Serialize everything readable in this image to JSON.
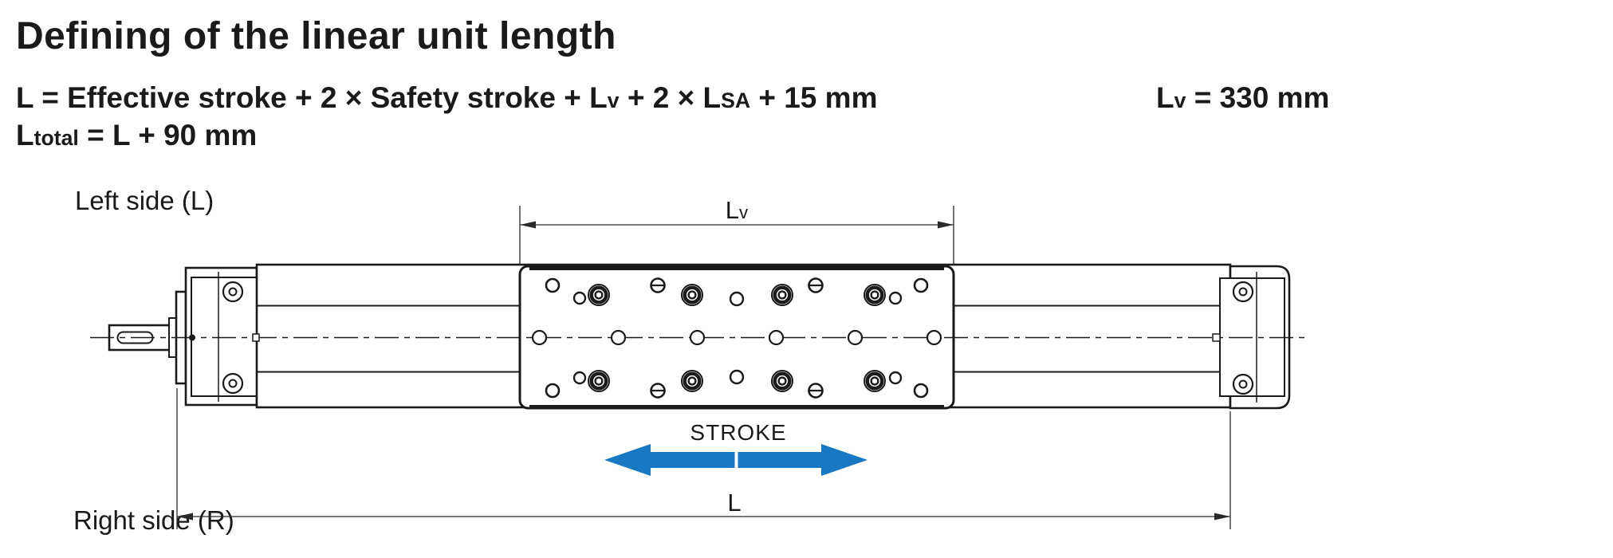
{
  "title": "Defining of the linear unit length",
  "formulas": {
    "length": {
      "part1": "L = Effective stroke + 2 × Safety stroke + L",
      "sub_v": "v",
      "part2": " + 2 × L",
      "sub_sa": "SA",
      "part3": " + 15 mm"
    },
    "lv_value": {
      "part1": "L",
      "sub_v": "v",
      "part2": " = 330 mm"
    },
    "ltotal": {
      "part1": "L",
      "sub_total": "total",
      "part2": " = L + 90 mm"
    }
  },
  "diagram": {
    "left_side_label": "Left side (L)",
    "right_side_label": "Right side (R)",
    "stroke_label": "STROKE",
    "dim_lv": {
      "part1": "L",
      "sub": "v"
    },
    "dim_l": "L"
  },
  "colors": {
    "line": "#1a1a1a",
    "stroke_arrow": "#1878c4"
  }
}
